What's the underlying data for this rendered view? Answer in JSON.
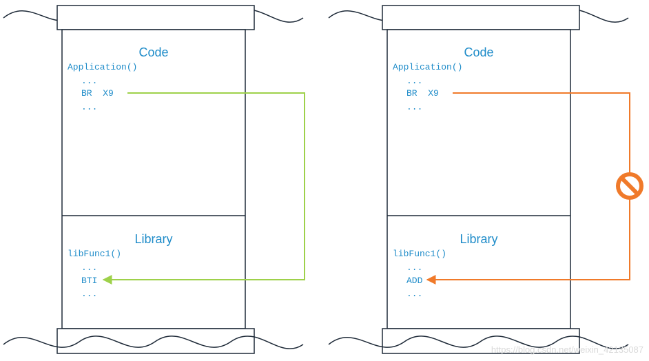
{
  "colors": {
    "text": "#1f8cc9",
    "frame": "#1e2a38",
    "allowed_arrow": "#9ed14a",
    "blocked_arrow": "#f07a2a",
    "watermark": "#d9d9d9"
  },
  "panels": [
    {
      "code": {
        "title": "Code",
        "function": "Application()",
        "lines": [
          "...",
          "BR  X9",
          "..."
        ]
      },
      "library": {
        "title": "Library",
        "function": "libFunc1()",
        "lines": [
          "...",
          "BTI",
          "..."
        ]
      },
      "branch": {
        "status": "allowed",
        "icon": ""
      }
    },
    {
      "code": {
        "title": "Code",
        "function": "Application()",
        "lines": [
          "...",
          "BR  X9",
          "..."
        ]
      },
      "library": {
        "title": "Library",
        "function": "libFunc1()",
        "lines": [
          "...",
          "ADD",
          "..."
        ]
      },
      "branch": {
        "status": "blocked",
        "icon": "no-entry-icon"
      }
    }
  ],
  "watermark": "https://blog.csdn.net/weixin_42135087"
}
